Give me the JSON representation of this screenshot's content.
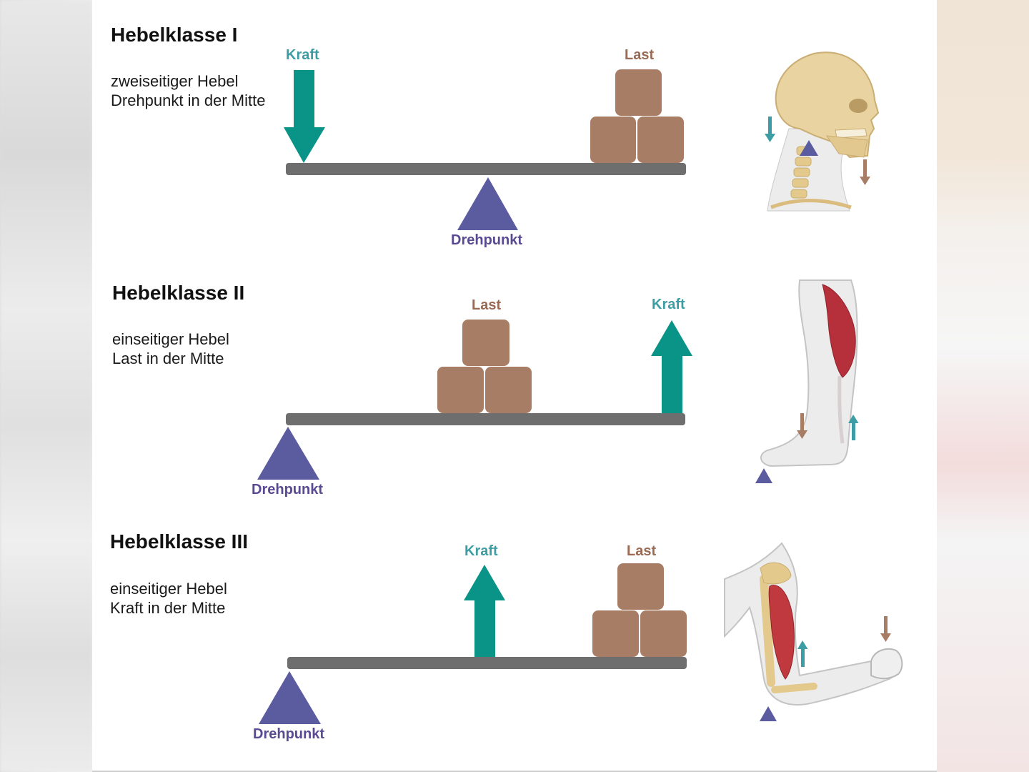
{
  "colors": {
    "kraft": "#0a9488",
    "kraft_label": "#3c9ea4",
    "last": "#a87d66",
    "last_label": "#9a6a52",
    "drehpunkt": "#5b5ba0",
    "drehpunkt_label": "#5a4a92",
    "beam": "#6e6e6e"
  },
  "classes": [
    {
      "title": "Hebelklasse I",
      "line1": "zweiseitiger Hebel",
      "line2": "Drehpunkt in der Mitte",
      "kraft_label": "Kraft",
      "last_label": "Last",
      "drehpunkt_label": "Drehpunkt",
      "illustration": "head-neck-illustration"
    },
    {
      "title": "Hebelklasse II",
      "line1": "einseitiger Hebel",
      "line2": "Last in der Mitte",
      "kraft_label": "Kraft",
      "last_label": "Last",
      "drehpunkt_label": "Drehpunkt",
      "illustration": "lower-leg-foot-illustration"
    },
    {
      "title": "Hebelklasse III",
      "line1": "einseitiger Hebel",
      "line2": "Kraft in der Mitte",
      "kraft_label": "Kraft",
      "last_label": "Last",
      "drehpunkt_label": "Drehpunkt",
      "illustration": "arm-biceps-illustration"
    }
  ]
}
